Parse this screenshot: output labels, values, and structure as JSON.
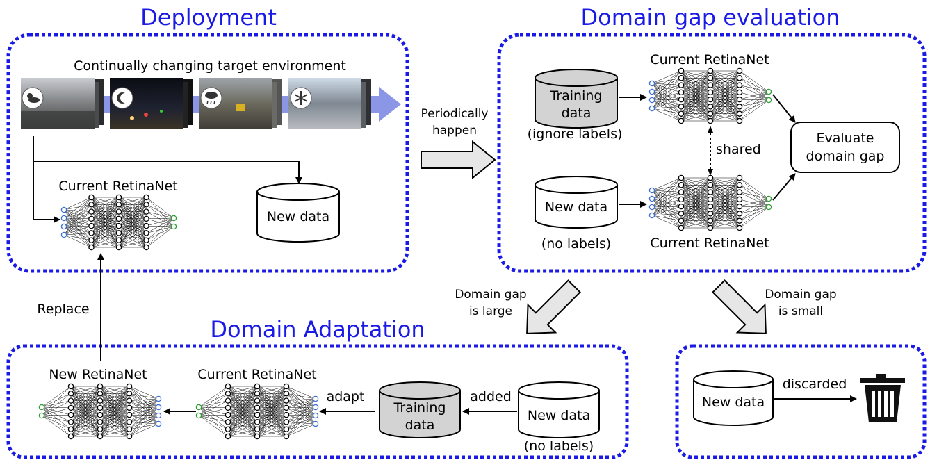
{
  "panels": {
    "deployment": {
      "title": "Deployment",
      "environment_label": "Continually changing target environment",
      "weather_icons": [
        "sun-cloud-icon",
        "moon-icon",
        "rain-cloud-icon",
        "snowflake-icon"
      ],
      "network_label": "Current RetinaNet",
      "new_data": "New data"
    },
    "evaluation": {
      "title": "Domain gap evaluation",
      "training_data_line1": "Training",
      "training_data_line2": "data",
      "training_note": "(ignore labels)",
      "network_top_label": "Current RetinaNet",
      "network_bottom_label": "Current RetinaNet",
      "shared_label": "shared",
      "new_data": "New data",
      "new_data_note": "(no labels)",
      "evaluate_line1": "Evaluate",
      "evaluate_line2": "domain gap"
    },
    "adaptation": {
      "title": "Domain Adaptation",
      "new_network_label": "New RetinaNet",
      "current_network_label": "Current RetinaNet",
      "adapt_label": "adapt",
      "added_label": "added",
      "training_data_line1": "Training",
      "training_data_line2": "data",
      "new_data": "New data",
      "new_data_note": "(no labels)"
    },
    "discard": {
      "new_data": "New data",
      "discarded_label": "discarded"
    }
  },
  "transitions": {
    "periodically_line1": "Periodically",
    "periodically_line2": "happen",
    "gap_large_line1": "Domain gap",
    "gap_large_line2": "is large",
    "gap_small_line1": "Domain gap",
    "gap_small_line2": "is small",
    "replace": "Replace"
  },
  "colors": {
    "title": "#1a1ae6",
    "panel_border": "#1a1ae6",
    "input_node": "#3a6fd8",
    "output_node": "#2ca02c",
    "training_db_fill": "#d3d3d3",
    "timeline_arrow": "#8c96e6",
    "block_arrow_fill": "#e6e6e6"
  }
}
